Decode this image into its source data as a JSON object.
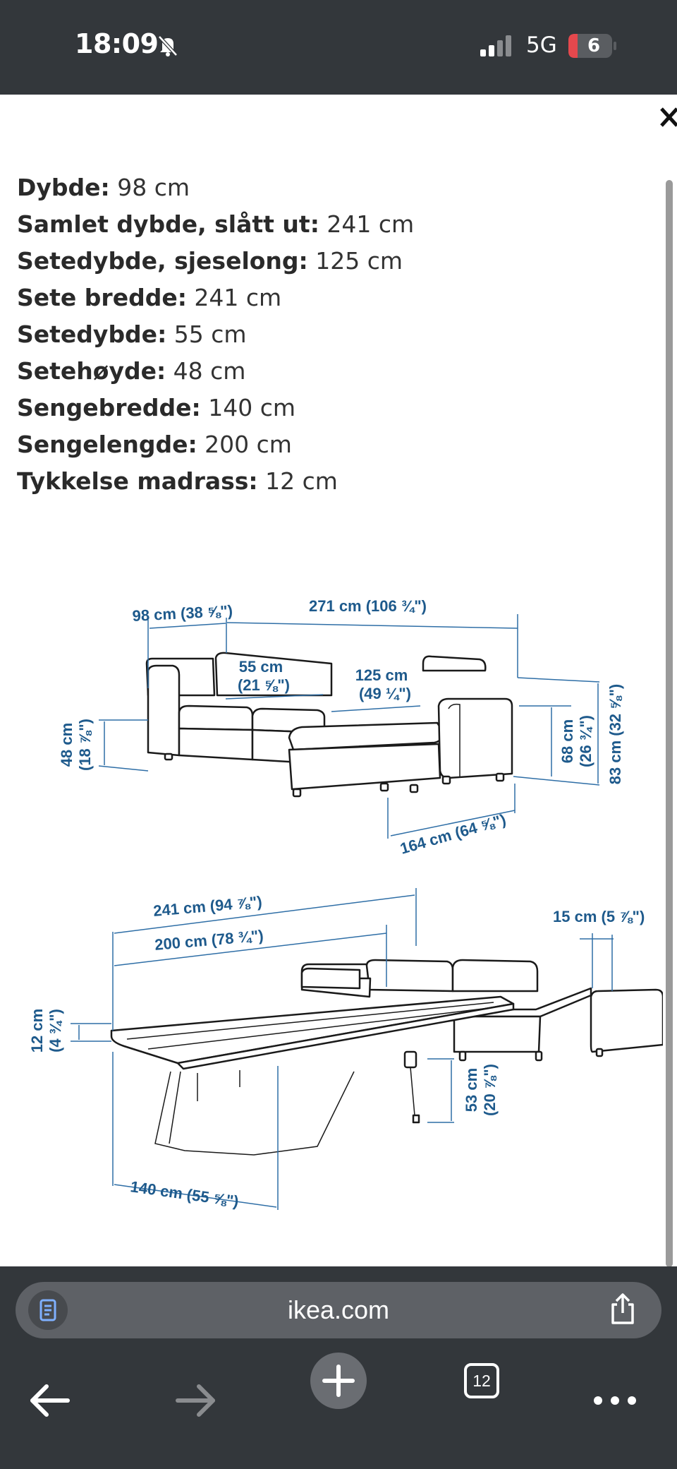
{
  "status_bar": {
    "time": "18:09",
    "network": "5G",
    "battery_level": "6",
    "icons": [
      "bell-off-icon",
      "signal-icon",
      "battery-icon"
    ]
  },
  "specs": [
    {
      "label": "Dybde:",
      "value": " 98 cm"
    },
    {
      "label": "Samlet dybde, slått ut:",
      "value": " 241 cm"
    },
    {
      "label": "Setedybde, sjeselong:",
      "value": " 125 cm"
    },
    {
      "label": "Sete bredde:",
      "value": " 241 cm"
    },
    {
      "label": "Setedybde:",
      "value": " 55 cm"
    },
    {
      "label": "Setehøyde:",
      "value": " 48 cm"
    },
    {
      "label": "Sengebredde:",
      "value": " 140 cm"
    },
    {
      "label": "Sengelengde:",
      "value": " 200 cm"
    },
    {
      "label": "Tykkelse madrass:",
      "value": " 12 cm"
    }
  ],
  "diagram": {
    "sofa": {
      "depth": "98 cm (38 ⅝\")",
      "width": "271 cm (106 ¾\")",
      "seat_depth_cm": "55 cm",
      "seat_depth_in": "(21 ⅝\")",
      "chaise_depth_cm": "125 cm",
      "chaise_depth_in": "(49 ¼\")",
      "seat_height_cm": "48 cm",
      "seat_height_in": "(18 ⅞\")",
      "arm_height_cm": "68 cm",
      "arm_height_in": "(26 ¾\")",
      "total_height": "83 cm (32 ⅝\")",
      "chaise_length": "164 cm (64 ⅝\")"
    },
    "bed": {
      "total_length": "241 cm (94 ⅞\")",
      "bed_length": "200 cm (78 ¾\")",
      "arm_width": "15 cm (5 ⅞\")",
      "mattress_thickness_cm": "12 cm",
      "mattress_thickness_in": "(4 ¾\")",
      "bed_width": "140 cm (55 ⅝\")",
      "bed_height_cm": "53 cm",
      "bed_height_in": "(20 ⅞\")"
    }
  },
  "toolbar": {
    "url": "ikea.com",
    "tabs_count": "12"
  }
}
